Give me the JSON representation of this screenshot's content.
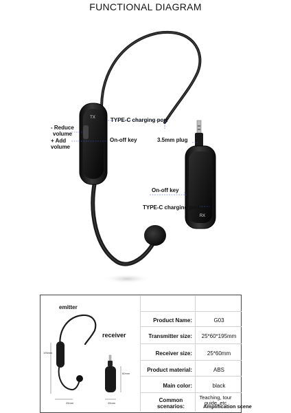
{
  "page": {
    "title": "FUNCTIONAL DIAGRAM"
  },
  "transmitter": {
    "callouts": {
      "reduce_volume": "- Reduce\nvolume",
      "reduce_volume_line1": "- Reduce",
      "reduce_volume_line2": "volume",
      "add_volume_line1": "+ Add",
      "add_volume_line2": "volume",
      "typec_port": "TYPE-C charging port",
      "on_off_key": "On-off key"
    },
    "body_label": "TX"
  },
  "receiver": {
    "callouts": {
      "plug": "3.5mm plug",
      "on_off_key": "On-off key",
      "typec_port": "TYPE-C charging port"
    },
    "body_label": "RX"
  },
  "spec_panel": {
    "emitter_label": "emitter",
    "receiver_label": "receiver",
    "dims": {
      "height": "195mm",
      "width": "25mm",
      "rx_height": "60mm",
      "rx_width": "25mm"
    },
    "rows": [
      {
        "label": "Product Name:",
        "value": "G03"
      },
      {
        "label": "Transmitter size:",
        "value": "25*60*195mm"
      },
      {
        "label": "Receiver size:",
        "value": "25*60mm"
      },
      {
        "label": "Product material:",
        "value": "ABS"
      },
      {
        "label": "Main color:",
        "value": "black"
      },
      {
        "label": "Common scenarios:",
        "value": "Teaching, tour guide, etc",
        "value_extra": "Amplification scene"
      }
    ]
  },
  "colors": {
    "device_black": "#1a1a1a",
    "accent_blue": "#3a55c8",
    "panel_border": "#444444"
  }
}
